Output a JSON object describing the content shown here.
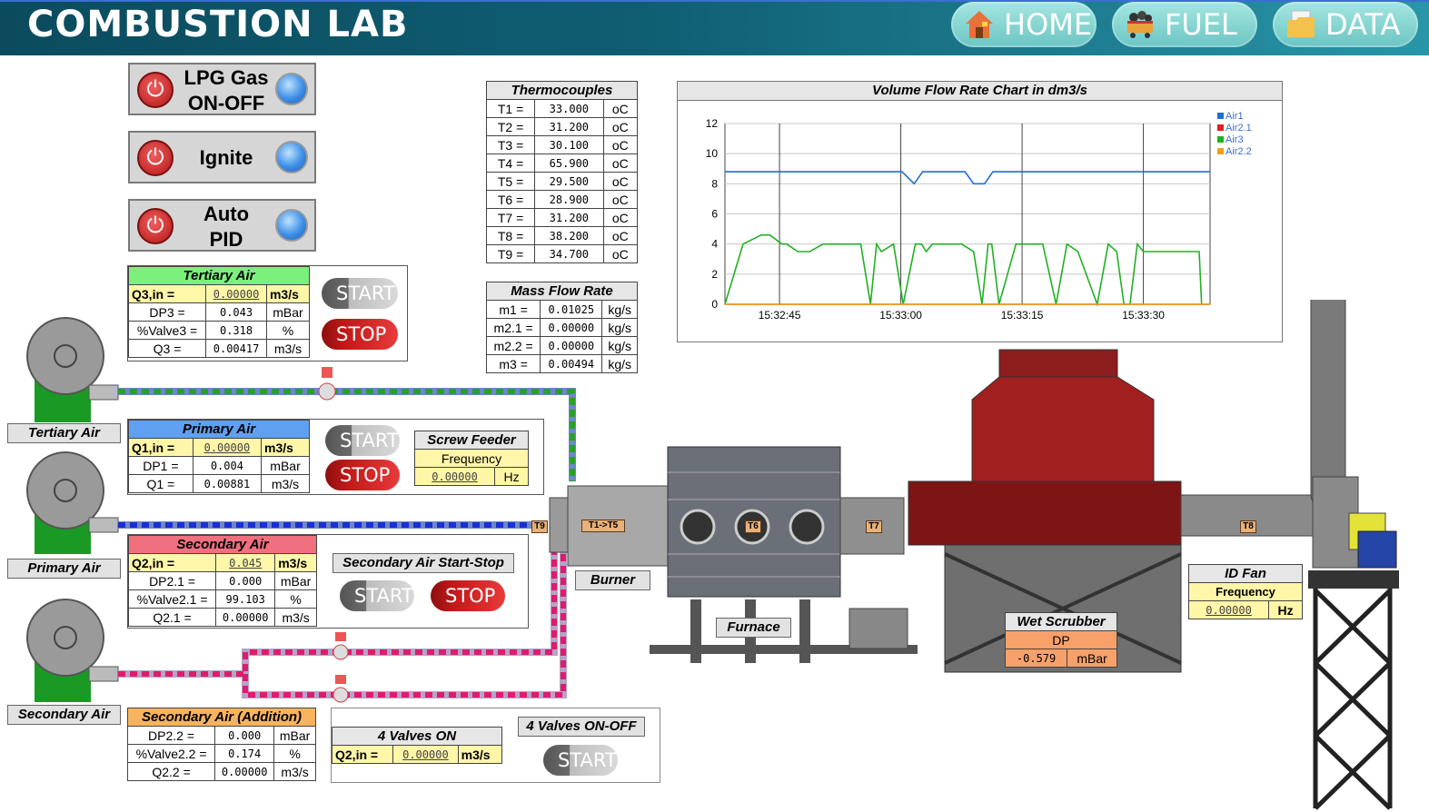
{
  "header": {
    "title": "COMBUSTION LAB",
    "nav": [
      {
        "label": "HOME",
        "icon": "home-icon"
      },
      {
        "label": "FUEL",
        "icon": "fuel-cart-icon"
      },
      {
        "label": "DATA",
        "icon": "folder-icon"
      }
    ]
  },
  "controls": {
    "lpg": {
      "line1": "LPG Gas",
      "line2": "ON-OFF"
    },
    "ignite": {
      "line1": "Ignite"
    },
    "auto_pid": {
      "line1": "Auto",
      "line2": "PID"
    }
  },
  "thermocouples": {
    "title": "Thermocouples",
    "unit": "oC",
    "rows": [
      {
        "label": "T1 =",
        "value": "33.000"
      },
      {
        "label": "T2 =",
        "value": "31.200"
      },
      {
        "label": "T3 =",
        "value": "30.100"
      },
      {
        "label": "T4 =",
        "value": "65.900"
      },
      {
        "label": "T5 =",
        "value": "29.500"
      },
      {
        "label": "T6 =",
        "value": "28.900"
      },
      {
        "label": "T7 =",
        "value": "31.200"
      },
      {
        "label": "T8 =",
        "value": "38.200"
      },
      {
        "label": "T9 =",
        "value": "34.700"
      }
    ]
  },
  "mass_flow": {
    "title": "Mass Flow Rate",
    "unit": "kg/s",
    "rows": [
      {
        "label": "m1 =",
        "value": "0.01025"
      },
      {
        "label": "m2.1 =",
        "value": "0.00000"
      },
      {
        "label": "m2.2 =",
        "value": "0.00000"
      },
      {
        "label": "m3 =",
        "value": "0.00494"
      }
    ]
  },
  "tertiary": {
    "title": "Tertiary Air",
    "q_in_label": "Q3,in =",
    "q_in_value": "0.00000",
    "q_in_unit": "m3/s",
    "dp_label": "DP3 =",
    "dp_value": "0.043",
    "dp_unit": "mBar",
    "valve_label": "%Valve3 =",
    "valve_value": "0.318",
    "valve_unit": "%",
    "q_label": "Q3 =",
    "q_value": "0.00417",
    "q_unit": "m3/s",
    "start": "START",
    "stop": "STOP"
  },
  "primary": {
    "title": "Primary Air",
    "q_in_label": "Q1,in =",
    "q_in_value": "0.00000",
    "q_in_unit": "m3/s",
    "dp_label": "DP1 =",
    "dp_value": "0.004",
    "dp_unit": "mBar",
    "q_label": "Q1 =",
    "q_value": "0.00881",
    "q_unit": "m3/s",
    "start": "START",
    "stop": "STOP"
  },
  "screw_feeder": {
    "title": "Screw Feeder",
    "sub": "Frequency",
    "value": "0.00000",
    "unit": "Hz"
  },
  "secondary": {
    "title": "Secondary Air",
    "q_in_label": "Q2,in =",
    "q_in_value": "0.045",
    "q_in_unit": "m3/s",
    "dp_label": "DP2.1 =",
    "dp_value": "0.000",
    "dp_unit": "mBar",
    "valve_label": "%Valve2.1 =",
    "valve_value": "99.103",
    "valve_unit": "%",
    "q_label": "Q2.1 =",
    "q_value": "0.00000",
    "q_unit": "m3/s",
    "start_stop_title": "Secondary Air Start-Stop",
    "start": "START",
    "stop": "STOP"
  },
  "secondary_add": {
    "title": "Secondary Air (Addition)",
    "dp_label": "DP2.2 =",
    "dp_value": "0.000",
    "dp_unit": "mBar",
    "valve_label": "%Valve2.2 =",
    "valve_value": "0.174",
    "valve_unit": "%",
    "q_label": "Q2.2 =",
    "q_value": "0.00000",
    "q_unit": "m3/s"
  },
  "four_valves": {
    "title": "4 Valves ON",
    "q_label": "Q2,in =",
    "q_value": "0.00000",
    "q_unit": "m3/s"
  },
  "four_valves_onoff": {
    "title": "4 Valves ON-OFF",
    "start": "START"
  },
  "blower_labels": {
    "tertiary": "Tertiary Air",
    "primary": "Primary Air",
    "secondary": "Secondary Air"
  },
  "plant_labels": {
    "burner": "Burner",
    "furnace": "Furnace"
  },
  "sensor_tags": {
    "t9": "T9",
    "t1t5": "T1->T5",
    "t6": "T6",
    "t7": "T7",
    "t8": "T8"
  },
  "wet_scrubber": {
    "title": "Wet Scrubber",
    "sub": "DP",
    "value": "-0.579",
    "unit": "mBar"
  },
  "id_fan": {
    "title": "ID Fan",
    "sub": "Frequency",
    "value": "0.00000",
    "unit": "Hz"
  },
  "colors": {
    "air1": "#1f6fd1",
    "air21": "#e02020",
    "air3": "#22b022",
    "air22": "#f0a020",
    "brand": "#0f5e72"
  },
  "chart_data": {
    "type": "line",
    "title": "Volume Flow Rate Chart in dm3/s",
    "ylim": [
      0,
      12
    ],
    "yticks": [
      "0",
      "2",
      "4",
      "6",
      "8",
      "10",
      "12"
    ],
    "xticks": [
      "15:32:45",
      "15:33:00",
      "15:33:15",
      "15:33:30"
    ],
    "legend": [
      "Air1",
      "Air2.1",
      "Air3",
      "Air2.2"
    ],
    "legend_position": "top-right",
    "grid": true,
    "series": [
      {
        "name": "Air1",
        "x": [
          0,
          14,
          14.6,
          15.6,
          16.3,
          19.8,
          20.5,
          21.4,
          22.1,
          40
        ],
        "y": [
          8.8,
          8.8,
          8.8,
          8.0,
          8.8,
          8.8,
          8.0,
          8.0,
          8.8,
          8.8
        ]
      },
      {
        "name": "Air2.1",
        "x": [
          0,
          40
        ],
        "y": [
          0,
          0
        ]
      },
      {
        "name": "Air3",
        "x": [
          0,
          1.5,
          3.0,
          3.7,
          4.7,
          5.1,
          6.0,
          7.0,
          8.1,
          9.0,
          9.5,
          10.2,
          11.2,
          12.0,
          12.5,
          12.9,
          13.9,
          14.7,
          15.7,
          16.2,
          16.6,
          17.1,
          18.4,
          19.5,
          20.5,
          21.2,
          21.7,
          22.0,
          22.6,
          24.0,
          26.2,
          27.3,
          28.2,
          29.1,
          30.7,
          31.6,
          32.3,
          32.9,
          33.4,
          34.0,
          34.5,
          35.2,
          36.5,
          39.1,
          39.3
        ]
      },
      {
        "name": "Air2.2",
        "x": [
          0,
          40
        ],
        "y": [
          0,
          0
        ]
      }
    ]
  }
}
